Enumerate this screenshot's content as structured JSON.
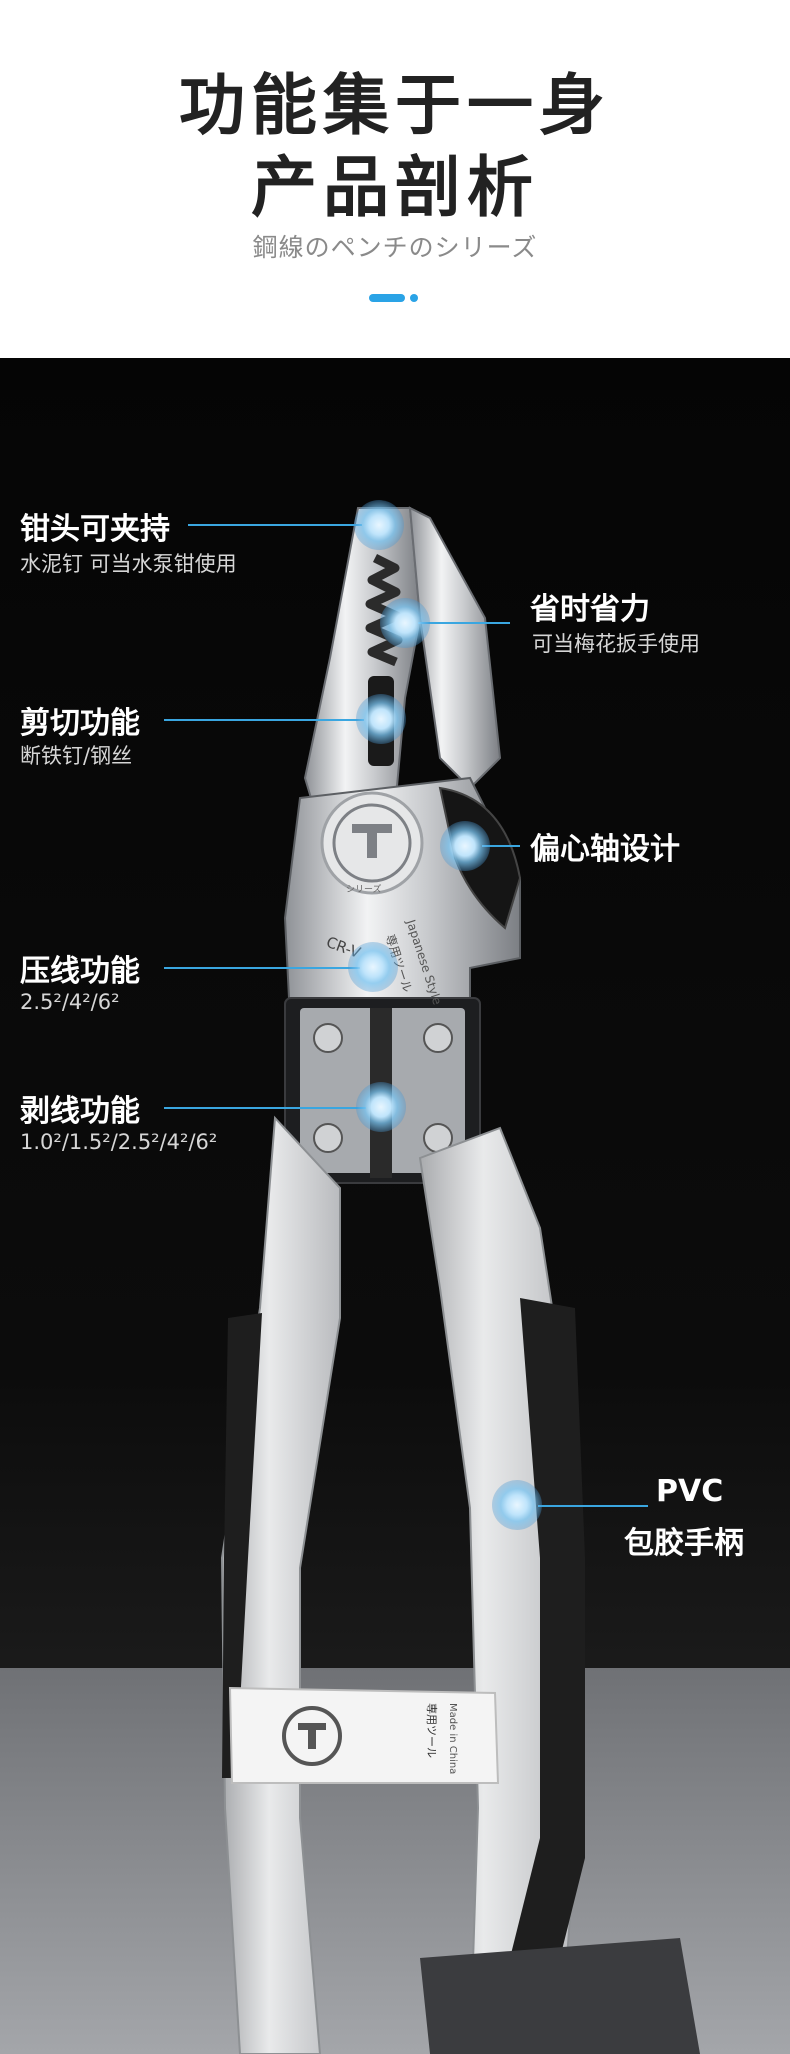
{
  "header": {
    "title_line1": "功能集于一身",
    "title_line2": "产品剖析",
    "subtitle": "鋼線のペンチのシリーズ",
    "accent_color": "#2aa3e6"
  },
  "callouts": {
    "jaw_grip": {
      "title": "钳头可夹持",
      "desc": "水泥钉 可当水泵钳使用"
    },
    "save_effort": {
      "title": "省时省力",
      "desc": "可当梅花扳手使用"
    },
    "cutting": {
      "title": "剪切功能",
      "desc": "断铁钉/钢丝"
    },
    "eccentric_axis": {
      "title": "偏心轴设计"
    },
    "crimping": {
      "title": "压线功能",
      "desc": "2.5²/4²/6²"
    },
    "stripping": {
      "title": "剥线功能",
      "desc": "1.0²/1.5²/2.5²/4²/6²"
    },
    "handle": {
      "title_line1": "PVC",
      "title_line2": "包胶手柄"
    }
  },
  "product_markings": {
    "logo_text": "シリーズ",
    "blade_text_1": "専用ツール",
    "blade_text_2": "Japanese Style",
    "steel_grade": "CR-V",
    "band_text_1": "専用ツール",
    "band_text_2": "Made in China"
  },
  "colors": {
    "callout_line": "#3aa6e0",
    "handle_gray": "#d4d6d8",
    "handle_black": "#1e1e1e"
  }
}
